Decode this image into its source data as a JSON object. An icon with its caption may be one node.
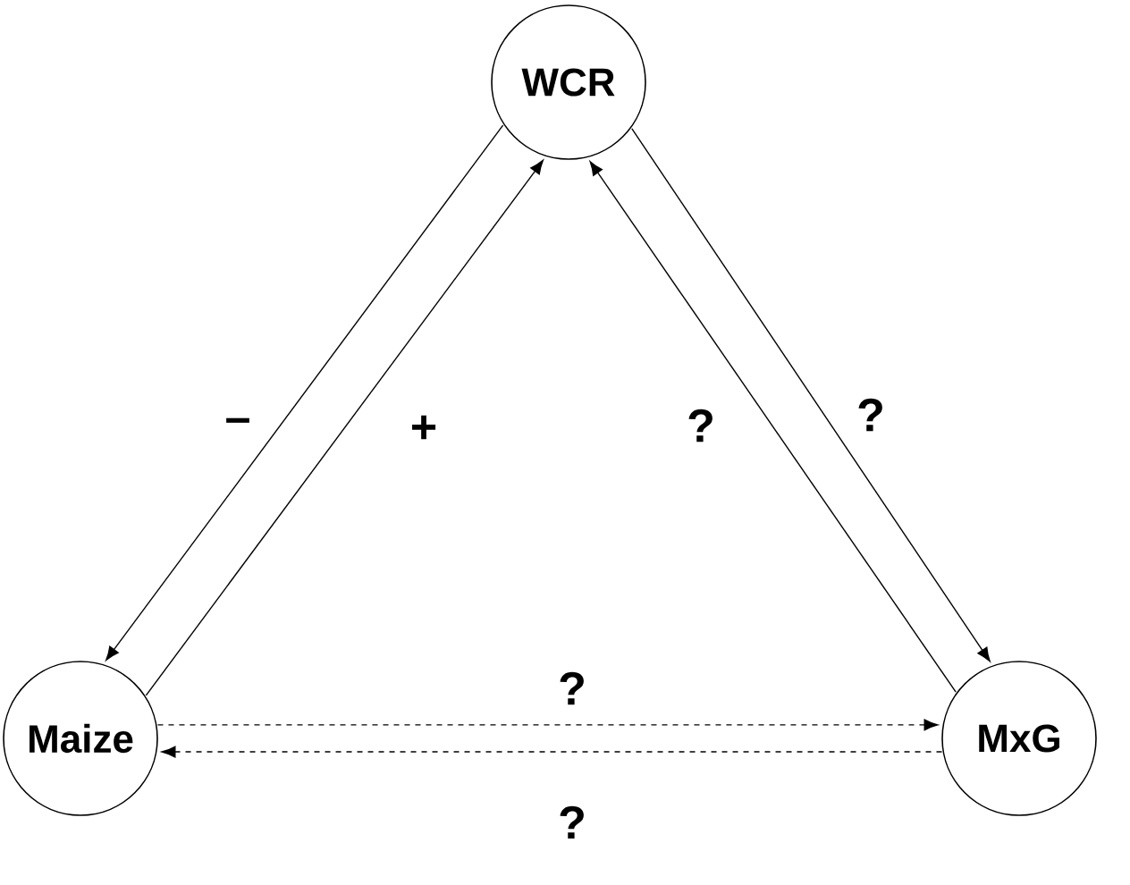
{
  "diagram": {
    "nodes": [
      {
        "text": [
          "WCR"
        ]
      },
      {
        "text": [
          "Maize"
        ]
      },
      {
        "text": [
          "MxG"
        ]
      }
    ],
    "edges": [
      {
        "from": 0,
        "to": 1,
        "arrow": "to",
        "label": "–"
      },
      {
        "from": 1,
        "to": 0,
        "arrow": "to",
        "label": "+"
      },
      {
        "from": 2,
        "to": 0,
        "arrow": "to",
        "label": "?"
      },
      {
        "from": 0,
        "to": 2,
        "arrow": "to",
        "label": "?"
      },
      {
        "from": 1,
        "to": 2,
        "arrow": "to",
        "label": "?",
        "style": "dashed"
      },
      {
        "from": 2,
        "to": 1,
        "arrow": "to",
        "label": "?",
        "style": "dashed"
      }
    ]
  }
}
